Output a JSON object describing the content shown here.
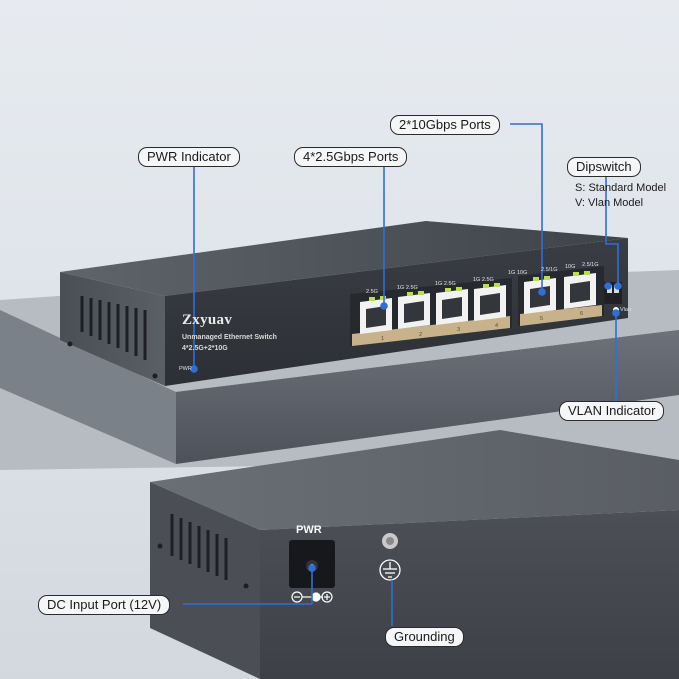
{
  "callouts": {
    "pwr_indicator": "PWR Indicator",
    "gbps_25_ports": "4*2.5Gbps Ports",
    "gbps_10_ports": "2*10Gbps Ports",
    "dipswitch": "Dipswitch",
    "vlan_indicator": "VLAN Indicator",
    "dc_input": "DC Input Port (12V)",
    "grounding": "Grounding"
  },
  "dipswitch_notes": {
    "standard": "S: Standard Model",
    "vlan": "V: Vlan Model"
  },
  "front_panel": {
    "brand": "Zxyuav",
    "subtitle": "Unmanaged Ethernet Switch",
    "model": "4*2.5G+2*10G",
    "pwr_label": "PWR",
    "vlan_label": "Vlan",
    "switch_s": "S",
    "switch_v": "V",
    "port_speed_labels": [
      "2.5G",
      "1G  2.5G",
      "1G  2.5G",
      "1G  2.5G",
      "1G   10G",
      "2.5/1G",
      "10G",
      "2.5/1G"
    ],
    "port_numbers": [
      "1",
      "2",
      "3",
      "4",
      "5",
      "6"
    ]
  },
  "rear_panel": {
    "pwr_label": "PWR"
  },
  "colors": {
    "callout_line": "#2f6fd6",
    "led": "#b9e04a",
    "chassis": "#4d5258"
  }
}
